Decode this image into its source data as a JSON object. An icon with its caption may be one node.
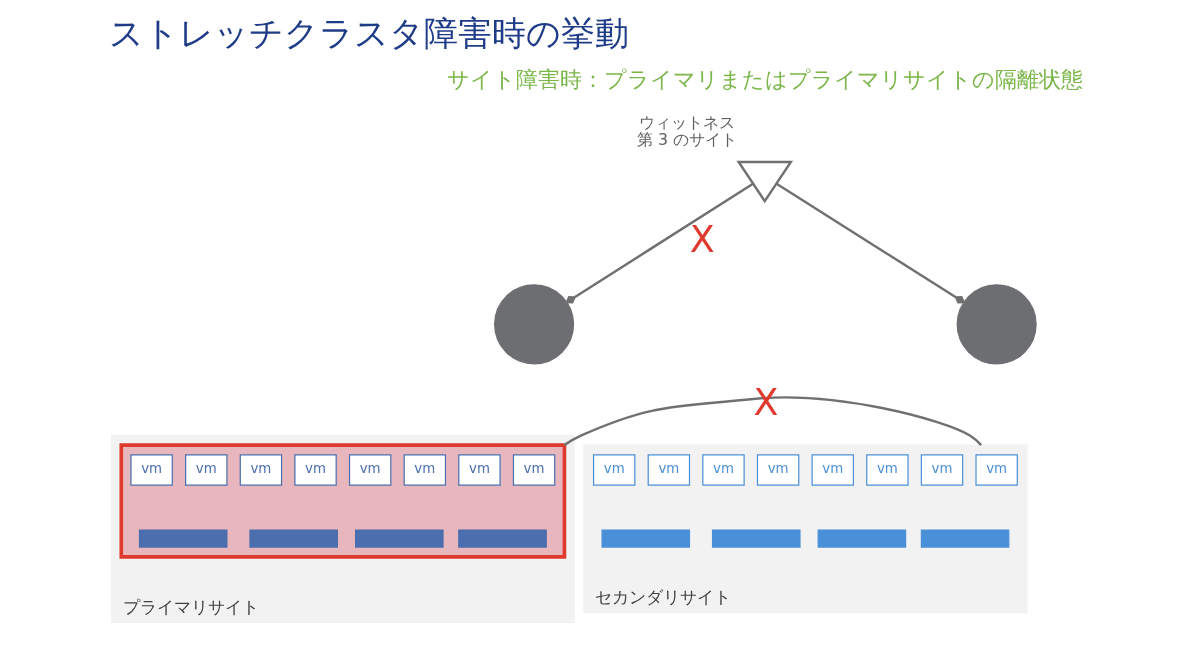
{
  "diagram": {
    "title": "ストレッチクラスタ障害時の挙動",
    "nodes": [
      {
        "text": [],
        "shape": "pin",
        "beside": [
          "ウィットネス",
          "第 3 のサイト"
        ]
      },
      {
        "text": [],
        "shape": "circle"
      },
      {
        "text": [],
        "shape": "circle"
      },
      {
        "text": [
          "プライマリサイト"
        ]
      },
      {
        "text": [],
        "shape": "box",
        "in": 3
      },
      {
        "text": [
          "vm"
        ],
        "in": 4
      },
      {
        "text": [
          "vm"
        ],
        "in": 4
      },
      {
        "text": [
          "vm"
        ],
        "in": 4
      },
      {
        "text": [
          "vm"
        ],
        "in": 4
      },
      {
        "text": [
          "vm"
        ],
        "in": 4
      },
      {
        "text": [
          "vm"
        ],
        "in": 4
      },
      {
        "text": [
          "vm"
        ],
        "in": 4
      },
      {
        "text": [
          "vm"
        ],
        "in": 4
      },
      {
        "text": [],
        "shape": "bar",
        "in": 4
      },
      {
        "text": [],
        "shape": "bar",
        "in": 4
      },
      {
        "text": [],
        "shape": "bar",
        "in": 4
      },
      {
        "text": [],
        "shape": "bar",
        "in": 4
      },
      {
        "text": [
          "セカンダリサイト"
        ]
      },
      {
        "text": [
          "vm"
        ],
        "in": 17
      },
      {
        "text": [
          "vm"
        ],
        "in": 17
      },
      {
        "text": [
          "vm"
        ],
        "in": 17
      },
      {
        "text": [
          "vm"
        ],
        "in": 17
      },
      {
        "text": [
          "vm"
        ],
        "in": 17
      },
      {
        "text": [
          "vm"
        ],
        "in": 17
      },
      {
        "text": [
          "vm"
        ],
        "in": 17
      },
      {
        "text": [
          "vm"
        ],
        "in": 17
      },
      {
        "text": [],
        "shape": "bar",
        "in": 17
      },
      {
        "text": [],
        "shape": "bar",
        "in": 17
      },
      {
        "text": [],
        "shape": "bar",
        "in": 17
      },
      {
        "text": [],
        "shape": "bar",
        "in": 17
      }
    ],
    "edges": [
      {
        "from": 0,
        "to": 1,
        "arrow": "other",
        "label": "X"
      },
      {
        "from": 0,
        "to": 2,
        "arrow": "other"
      },
      {
        "from": 4,
        "to": 17,
        "arrow": "none",
        "label": "X"
      }
    ],
    "labels": [
      "サイト障害時：プライマリまたはプライマリサイトの隔離状態"
    ]
  }
}
